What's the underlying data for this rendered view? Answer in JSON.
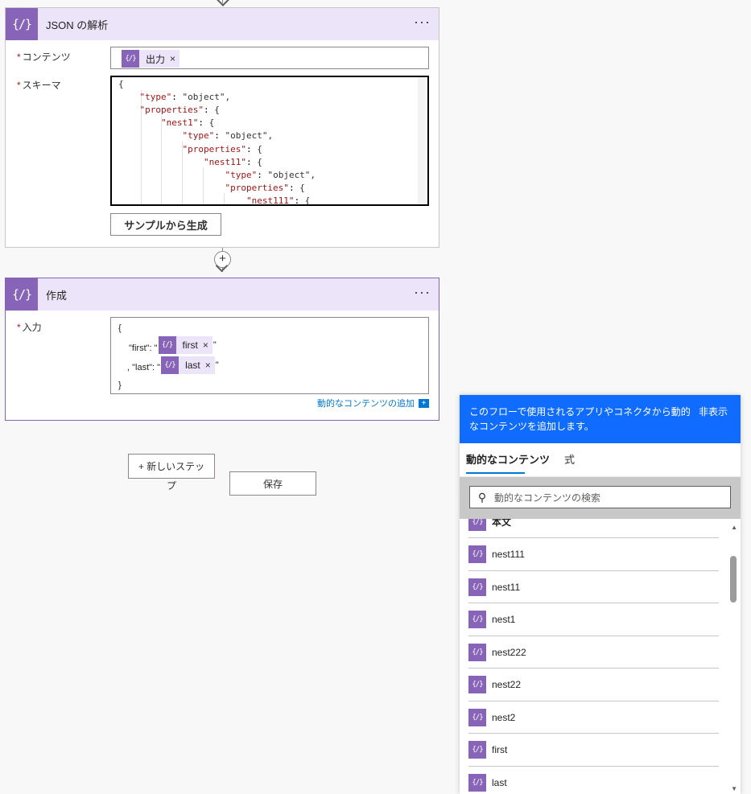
{
  "parse_json_card": {
    "icon": "{ / }",
    "title": "JSON の解析",
    "more": "···",
    "content_label": "コンテンツ",
    "content_token": "出力",
    "schema_label": "スキーマ",
    "schema_lines": [
      "{",
      "    \"type\": \"object\",",
      "    \"properties\": {",
      "        \"nest1\": {",
      "            \"type\": \"object\",",
      "            \"properties\": {",
      "                \"nest11\": {",
      "                    \"type\": \"object\",",
      "                    \"properties\": {",
      "                        \"nest111\": {"
    ],
    "generate_button": "サンプルから生成"
  },
  "compose_card": {
    "title": "作成",
    "more": "···",
    "input_label": "入力",
    "line1": "{",
    "first_prefix": "\"first\": \"",
    "first_token": "first",
    "first_suffix": "\"",
    "last_prefix": ", \"last\": \"",
    "last_token": "last",
    "last_suffix": "\"",
    "line_end": "}",
    "add_dynamic": "動的なコンテンツの追加"
  },
  "actions": {
    "new_step_line1": "+ 新しいステッ",
    "new_step_line2": "プ",
    "save": "保存"
  },
  "dynamic_panel": {
    "message": "このフローで使用されるアプリやコネクタから動的なコンテンツを追加します。",
    "hide": "非表示",
    "tabs": [
      "動的なコンテンツ",
      "式"
    ],
    "search_placeholder": "動的なコンテンツの検索",
    "items": [
      "本文",
      "nest111",
      "nest11",
      "nest1",
      "nest222",
      "nest22",
      "nest2",
      "first",
      "last"
    ]
  },
  "colors": {
    "accent": "#8764b8",
    "panel_header": "#0f6cff",
    "link": "#0078d4"
  }
}
